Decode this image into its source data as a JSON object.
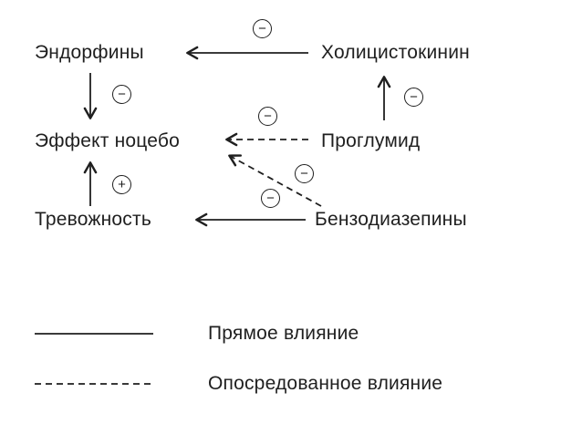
{
  "diagram": {
    "nodes": {
      "endorphins": "Эндорфины",
      "cholecystokinin": "Холицистокинин",
      "nocebo": "Эффект ноцебо",
      "proglumide": "Проглумид",
      "anxiety": "Тревожность",
      "benzodiazepines": "Бензодиазепины"
    },
    "edges": [
      {
        "from": "Холицистокинин",
        "to": "Эндорфины",
        "style": "solid",
        "sign": "−"
      },
      {
        "from": "Эндорфины",
        "to": "Эффект ноцебо",
        "style": "solid",
        "sign": "−"
      },
      {
        "from": "Проглумид",
        "to": "Холицистокинин",
        "style": "solid",
        "sign": "−"
      },
      {
        "from": "Проглумид",
        "to": "Эффект ноцебо",
        "style": "dashed",
        "sign": "−"
      },
      {
        "from": "Бензодиазепины",
        "to": "Эффект ноцебо",
        "style": "dashed",
        "sign": "−"
      },
      {
        "from": "Бензодиазепины",
        "to": "Тревожность",
        "style": "solid",
        "sign": "−"
      },
      {
        "from": "Тревожность",
        "to": "Эффект ноцебо",
        "style": "solid",
        "sign": "+"
      }
    ],
    "colors": {
      "ink": "#1f1f1f",
      "background": "#ffffff"
    }
  },
  "legend": {
    "items": [
      {
        "line": "solid",
        "label": "Прямое влияние"
      },
      {
        "line": "dashed",
        "label": "Опосредованное влияние"
      }
    ]
  }
}
